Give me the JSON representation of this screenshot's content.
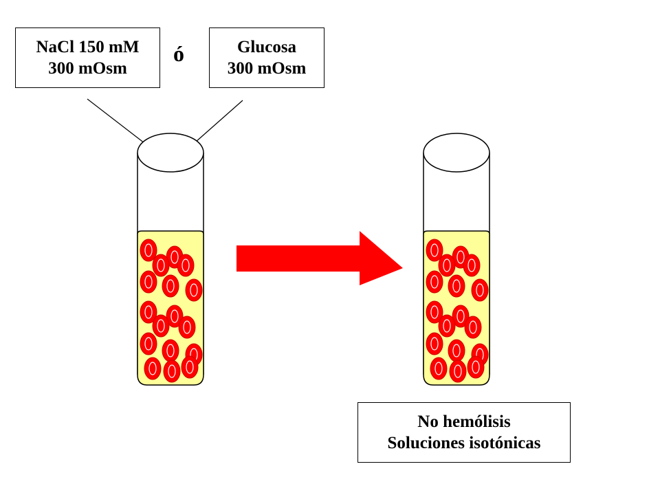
{
  "labels": {
    "nacl_line1": "NaCl 150 mM",
    "nacl_line2": "300 mOsm",
    "or_word": "ó",
    "glucose_line1": "Glucosa",
    "glucose_line2": "300 mOsm",
    "result_line1": "No hemólisis",
    "result_line2": "Soluciones isotónicas"
  },
  "colors": {
    "solution": "#ffff99",
    "cell_fill": "#ff0000",
    "cell_outline": "#cc0000",
    "process_arrow": "#ff0000",
    "line": "#000000"
  }
}
